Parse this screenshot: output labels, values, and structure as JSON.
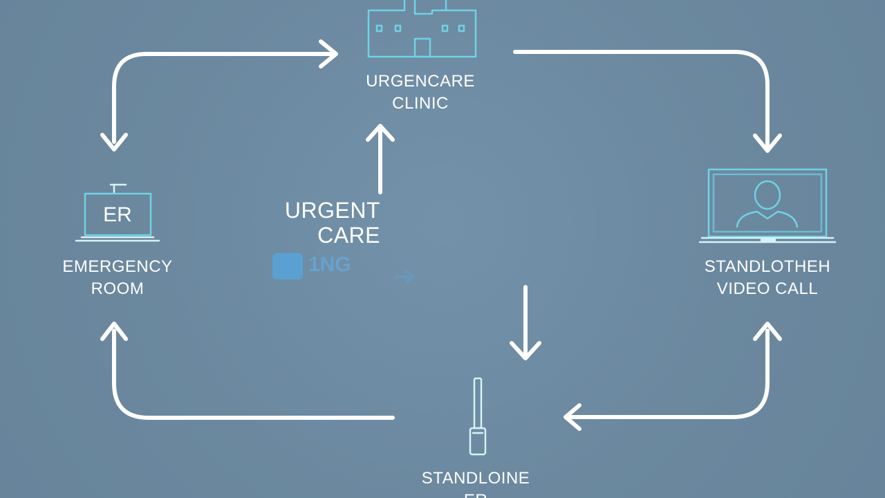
{
  "colors": {
    "background": "#6d8ba2",
    "arrow": "#ffffff",
    "icon_cyan": "#6fd3e4",
    "icon_white": "#e8f4f8",
    "faded_blue": "#55a6dd"
  },
  "nodes": {
    "urgent_clinic": {
      "icon": "building-icon",
      "label_lines": [
        "URGENCARE",
        "CLINIC"
      ]
    },
    "emergency_room": {
      "icon": "monitor-er-icon",
      "icon_text": "ER",
      "label_lines": [
        "EMERGENCY",
        "ROOM"
      ]
    },
    "video_call": {
      "icon": "laptop-person-icon",
      "label_lines": [
        "STANDLOTHEH",
        "VIDEO CALL"
      ]
    },
    "standalone_er": {
      "icon": "thermometer-icon",
      "label_lines": [
        "STANDLOINE",
        "ER"
      ]
    },
    "center": {
      "label_lines": [
        "URGENT",
        "CARE"
      ],
      "faded_text": "1NG"
    }
  },
  "arrows": [
    "er-to-clinic",
    "clinic-to-video",
    "video-to-standalone",
    "standalone-to-er",
    "center-up",
    "center-down"
  ]
}
